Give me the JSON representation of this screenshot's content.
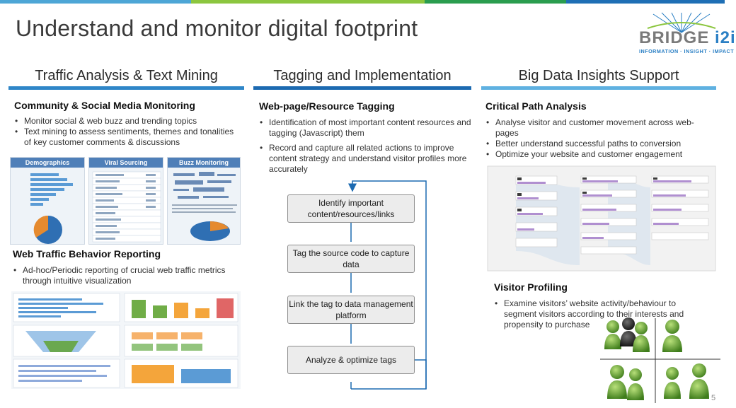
{
  "colors": {
    "topbar": [
      "#4da6d6",
      "#8cc63f",
      "#2a9d4f",
      "#1e6fb5"
    ],
    "col1_bar": "#2f86c8",
    "col2_bar": "#1c6ab1",
    "col3_bar": "#5fb1e1"
  },
  "slide": {
    "title": "Understand and monitor digital footprint",
    "page_number": "5"
  },
  "logo": {
    "word_part1": "BRIDGE ",
    "word_part2": "i2i",
    "tagline": "INFORMATION · INSIGHT · IMPACT"
  },
  "columns": {
    "col1": {
      "heading": "Traffic Analysis & Text Mining",
      "section1": {
        "title": "Community & Social Media Monitoring",
        "bullets": [
          "Monitor social & web buzz and trending topics",
          "Text mining to assess sentiments, themes and tonalities of key customer comments & discussions"
        ],
        "thumbs": [
          "Demographics",
          "Viral Sourcing",
          "Buzz Monitoring"
        ]
      },
      "section2": {
        "title": "Web Traffic Behavior Reporting",
        "bullets": [
          "Ad-hoc/Periodic reporting of crucial web traffic metrics through intuitive visualization"
        ]
      }
    },
    "col2": {
      "heading": "Tagging and Implementation",
      "section1": {
        "title": "Web-page/Resource Tagging",
        "bullets": [
          "Identification of most important content resources and tagging (Javascript) them",
          "Record and capture all related actions to improve content strategy and understand visitor profiles more accurately"
        ]
      },
      "flow": [
        "Identify important content/resources/links",
        "Tag the source code to capture data",
        "Link the tag to data management platform",
        "Analyze & optimize tags"
      ]
    },
    "col3": {
      "heading": "Big Data Insights Support",
      "section1": {
        "title": "Critical Path Analysis",
        "bullets": [
          "Analyse visitor and customer movement across web-pages",
          "Better understand successful paths to conversion",
          "Optimize your website and customer engagement"
        ]
      },
      "section2": {
        "title": "Visitor Profiling",
        "bullets": [
          "Examine visitors’ website activity/behaviour to segment visitors according to their interests and propensity to purchase"
        ]
      }
    }
  }
}
